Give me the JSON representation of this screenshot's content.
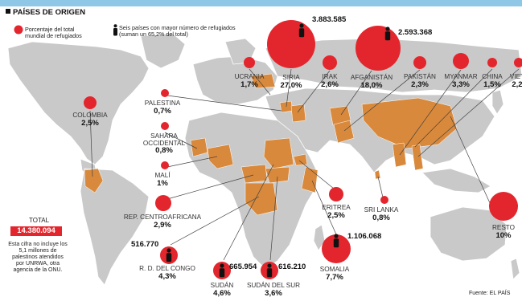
{
  "title": "PAÍSES DE ORIGEN",
  "legend": {
    "circle_text": "Porcentaje del total\nmundial de refugiados",
    "person_text": "Seis países con mayor número de refugiados\n(suman un 65,2% del total)"
  },
  "total": {
    "label": "TOTAL",
    "value": "14.380.094",
    "note": "Esta cifra no incluye los 5,1 millones de palestinos atendidos por UNRWA, otra agencia de la ONU."
  },
  "source": "Fuente: EL PAÍS",
  "colors": {
    "circle": "#e3262d",
    "highlight_country": "#d9893b",
    "land": "#c9c9c9",
    "ocean": "#ffffff",
    "total_box": "#e3262d"
  },
  "countries": [
    {
      "name": "UCRANIA",
      "pct": "1,7%"
    },
    {
      "name": "SIRIA",
      "pct": "27,0%",
      "refugees": "3.883.585"
    },
    {
      "name": "IRAK",
      "pct": "2,6%"
    },
    {
      "name": "AFGANISTÁN",
      "pct": "18,0%",
      "refugees": "2.593.368"
    },
    {
      "name": "PAKISTÁN",
      "pct": "2,3%"
    },
    {
      "name": "MYANMAR",
      "pct": "3,3%"
    },
    {
      "name": "CHINA",
      "pct": "1,5%"
    },
    {
      "name": "VIET",
      "pct": "2,2"
    },
    {
      "name": "COLOMBIA",
      "pct": "2,5%"
    },
    {
      "name": "PALESTINA",
      "pct": "0,7%"
    },
    {
      "name": "SAHARA OCCIDENTAL",
      "pct": "0,8%"
    },
    {
      "name": "MALÍ",
      "pct": "1%"
    },
    {
      "name": "REP. CENTROAFRICANA",
      "pct": "2,9%"
    },
    {
      "name": "ERITREA",
      "pct": "2,5%"
    },
    {
      "name": "SRI LANKA",
      "pct": "0,8%"
    },
    {
      "name": "RESTO",
      "pct": "10%"
    },
    {
      "name": "R. D. DEL CONGO",
      "pct": "4,3%",
      "refugees": "516.770"
    },
    {
      "name": "SUDÁN",
      "pct": "4,6%",
      "refugees": "665.954"
    },
    {
      "name": "SUDÁN DEL SUR",
      "pct": "3,6%",
      "refugees": "616.210"
    },
    {
      "name": "SOMALIA",
      "pct": "7,7%",
      "refugees": "1.106.068"
    }
  ]
}
